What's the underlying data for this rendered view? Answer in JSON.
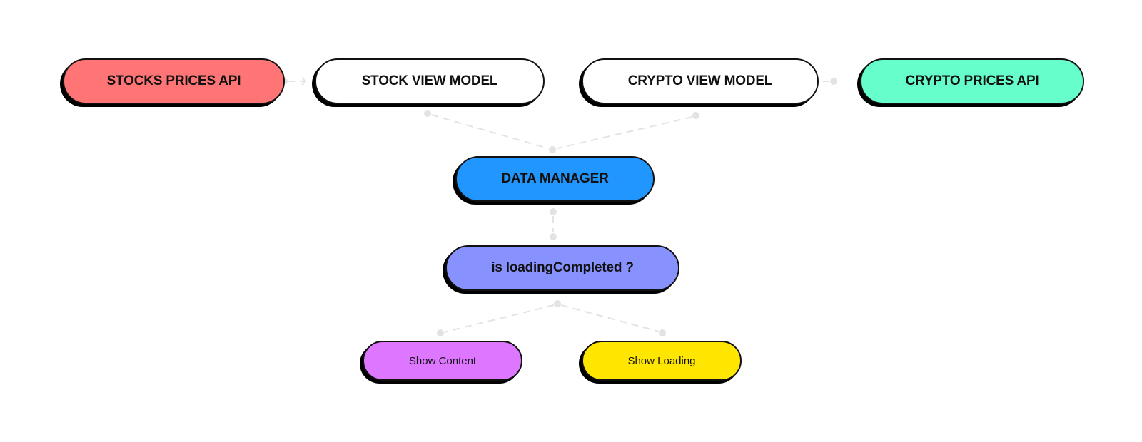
{
  "diagram": {
    "nodes": [
      {
        "id": "stocks_api",
        "label": "STOCKS PRICES API",
        "color": "#ff7575"
      },
      {
        "id": "stock_vm",
        "label": "STOCK VIEW MODEL",
        "color": "#ffffff"
      },
      {
        "id": "crypto_vm",
        "label": "CRYPTO VIEW MODEL",
        "color": "#ffffff"
      },
      {
        "id": "crypto_api",
        "label": "CRYPTO PRICES API",
        "color": "#66ffcc"
      },
      {
        "id": "data_manager",
        "label": "DATA MANAGER",
        "color": "#2196ff"
      },
      {
        "id": "is_loading",
        "label": "is loadingCompleted ?",
        "color": "#8892ff"
      },
      {
        "id": "show_content",
        "label": "Show Content",
        "color": "#dd77ff"
      },
      {
        "id": "show_loading",
        "label": "Show Loading",
        "color": "#ffe600"
      }
    ],
    "edges": [
      {
        "from": "stocks_api",
        "to": "stock_vm",
        "arrow": true
      },
      {
        "from": "crypto_api",
        "to": "crypto_vm",
        "arrow": true
      },
      {
        "from": "stock_vm",
        "to": "data_manager",
        "arrow": false
      },
      {
        "from": "crypto_vm",
        "to": "data_manager",
        "arrow": false
      },
      {
        "from": "data_manager",
        "to": "is_loading",
        "arrow": false
      },
      {
        "from": "is_loading",
        "to": "show_content",
        "arrow": false
      },
      {
        "from": "is_loading",
        "to": "show_loading",
        "arrow": false
      }
    ],
    "edge_color": "#e3e3e3"
  }
}
